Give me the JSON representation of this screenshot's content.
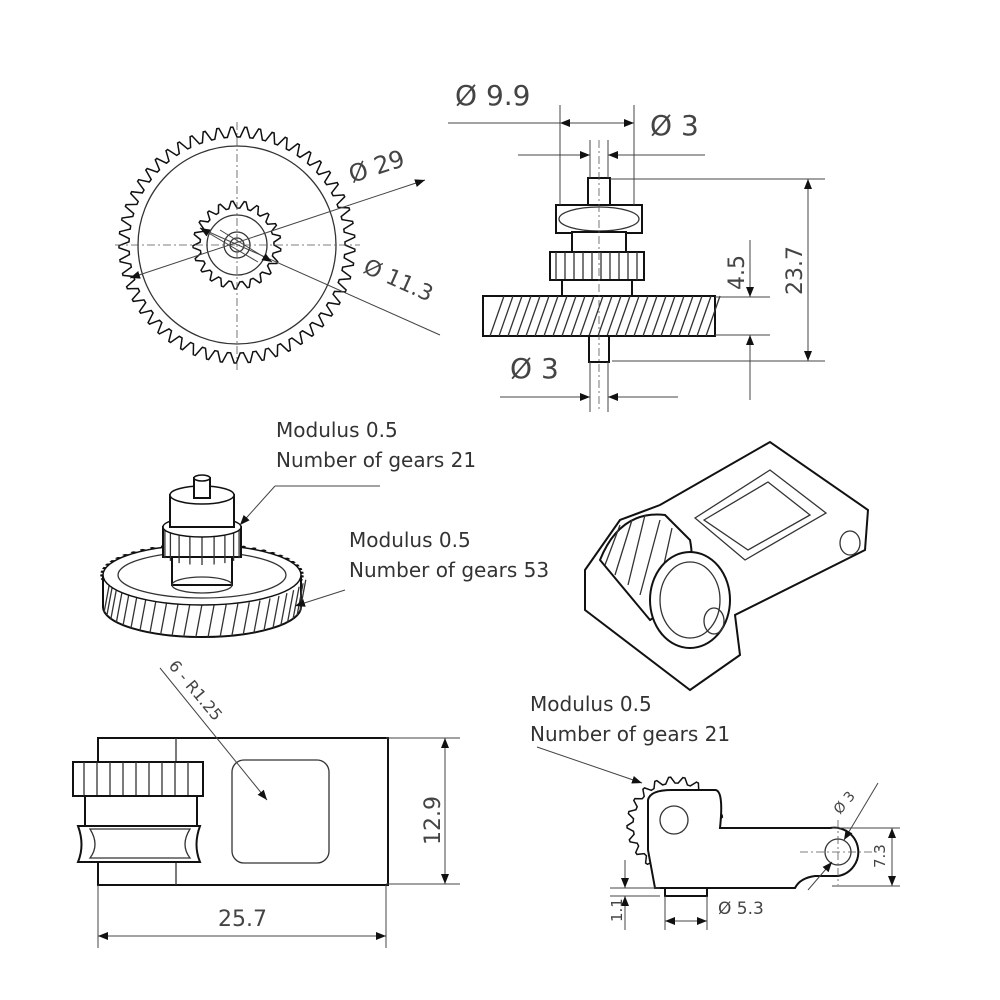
{
  "callouts": {
    "pinion_top": {
      "line1": "Modulus 0.5",
      "line2": "Number of gears 21"
    },
    "main_gear": {
      "line1": "Modulus 0.5",
      "line2": "Number of gears 53"
    },
    "pinion_side": {
      "line1": "Modulus 0.5",
      "line2": "Number of gears 21"
    }
  },
  "dimensions": {
    "outer_diameter": "Ø 29",
    "inner_diameter": "Ø 11.3",
    "hub_diameter": "Ø 9.9",
    "shaft_top": "Ø 3",
    "shaft_bottom": "Ø 3",
    "gear_height": "4.5",
    "total_height": "23.7",
    "fillet": "6 - R1.25",
    "block_height": "12.9",
    "block_width": "25.7",
    "hole_diameter": "Ø 3",
    "arm_height": "7.3",
    "boss_diameter": "Ø 5.3",
    "base_offset": "1.1"
  }
}
